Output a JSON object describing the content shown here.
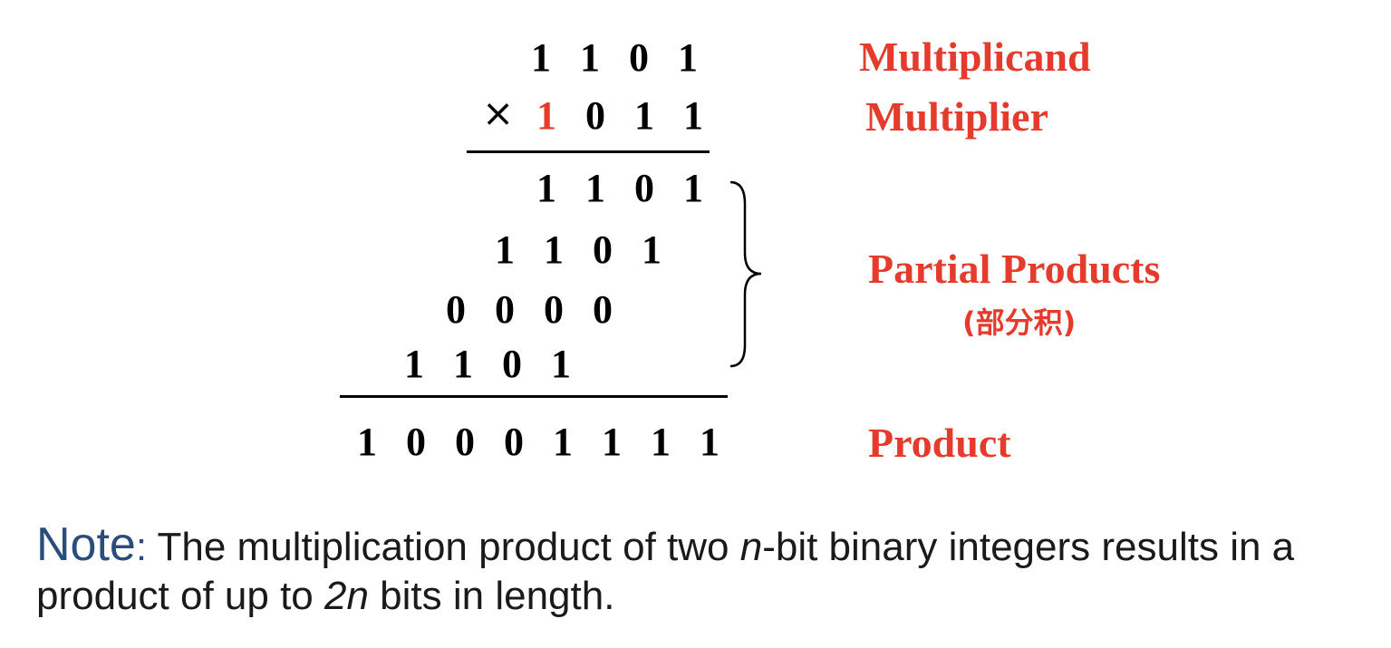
{
  "colors": {
    "label": "#e53b2c",
    "highlight": "#e53b2c",
    "note_head": "#2a4d7c",
    "text": "#000000"
  },
  "multiplication": {
    "multiplicand": [
      "1",
      "1",
      "0",
      "1"
    ],
    "operator": "×",
    "multiplier": [
      "1",
      "0",
      "1",
      "1"
    ],
    "partial_products": [
      [
        "1",
        "1",
        "0",
        "1"
      ],
      [
        "1",
        "1",
        "0",
        "1"
      ],
      [
        "0",
        "0",
        "0",
        "0"
      ],
      [
        "1",
        "1",
        "0",
        "1"
      ]
    ],
    "product": [
      "1",
      "0",
      "0",
      "0",
      "1",
      "1",
      "1",
      "1"
    ]
  },
  "labels": {
    "multiplicand": "Multiplicand",
    "multiplier": "Multiplier",
    "partial_products": "Partial Products",
    "partial_products_cn": "(部分积)",
    "product": "Product"
  },
  "note": {
    "head": "Note",
    "colon": ":",
    "text1": " The multiplication product of two ",
    "n": "n",
    "text2": "-bit binary integers results in a product of up to ",
    "two_n": "2n",
    "text3": " bits in length."
  }
}
